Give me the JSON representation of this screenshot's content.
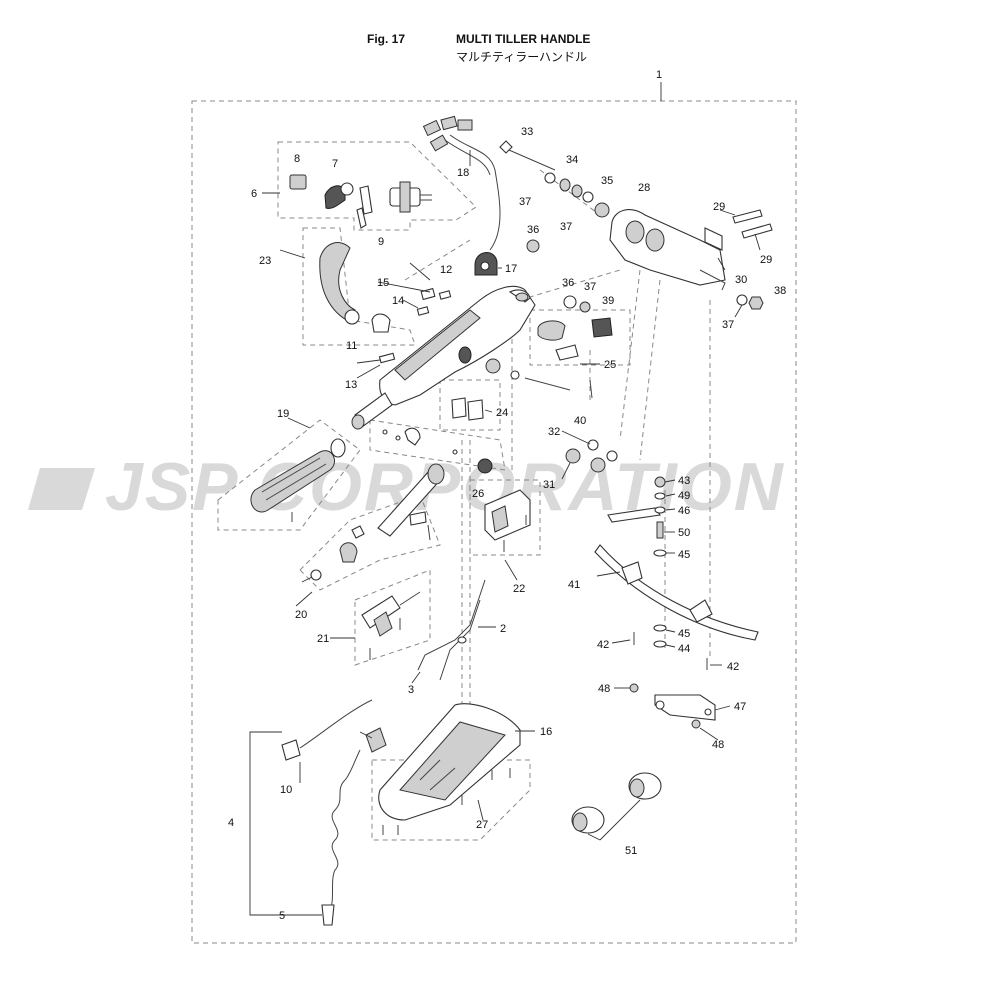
{
  "header": {
    "fig_label": "Fig. 17",
    "title": "MULTI TILLER HANDLE",
    "title_jp": "マルチティラーハンドル"
  },
  "watermark": "JSP CORPORATION",
  "callouts": [
    "1",
    "2",
    "3",
    "4",
    "5",
    "6",
    "7",
    "8",
    "9",
    "10",
    "11",
    "12",
    "13",
    "14",
    "15",
    "16",
    "17",
    "18",
    "19",
    "20",
    "21",
    "22",
    "23",
    "24",
    "25",
    "26",
    "27",
    "28",
    "29",
    "29",
    "30",
    "31",
    "32",
    "33",
    "34",
    "35",
    "36",
    "36",
    "37",
    "37",
    "37",
    "37",
    "38",
    "39",
    "40",
    "41",
    "42",
    "42",
    "43",
    "44",
    "45",
    "45",
    "46",
    "47",
    "48",
    "48",
    "49",
    "50",
    "51"
  ],
  "colors": {
    "watermark": "#d9d9d9",
    "frame": "#888888",
    "ink": "#111111"
  }
}
